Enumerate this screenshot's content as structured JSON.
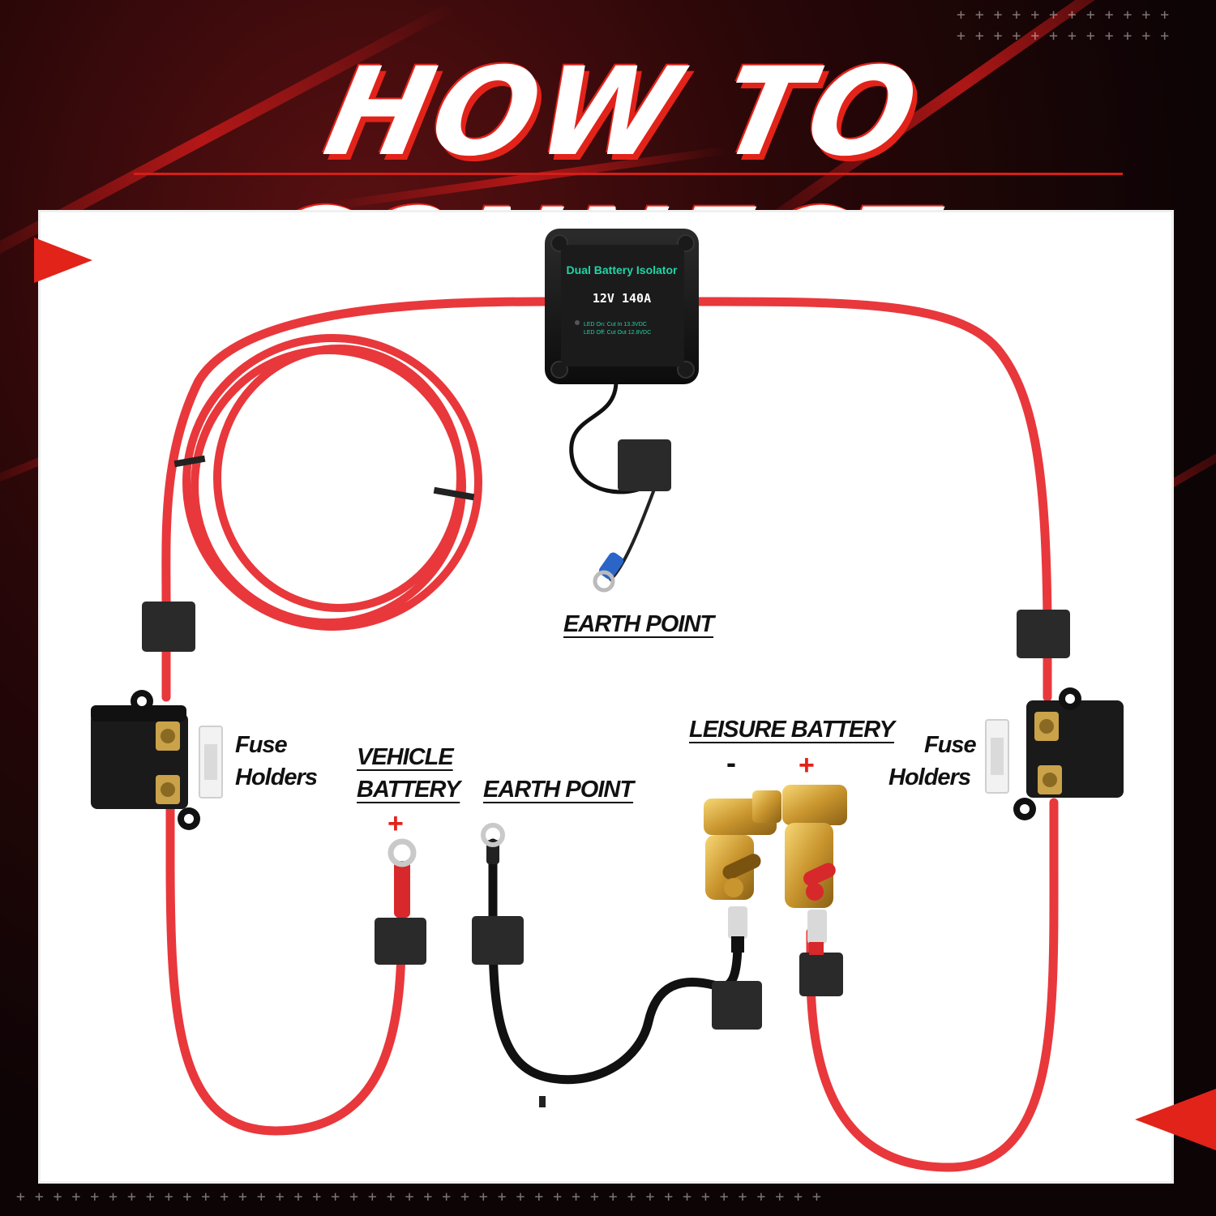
{
  "title": "HOW TO CONNECT",
  "isolator": {
    "name": "Dual Battery Isolator",
    "rating": "12V  140A",
    "led_on": "LED On: Cut In 13.3VDC",
    "led_off": "LED Off: Cut Out 12.8VDC"
  },
  "labels": {
    "earth_point_top": "EARTH POINT",
    "fuse_left_1": "Fuse",
    "fuse_left_2": "Holders",
    "vehicle_1": "VEHICLE",
    "vehicle_2": "BATTERY",
    "vehicle_plus": "+",
    "earth_point_mid": "EARTH POINT",
    "leisure": "LEISURE BATTERY",
    "leisure_minus": "-",
    "leisure_plus": "+",
    "fuse_right_1": "Fuse",
    "fuse_right_2": "Holders"
  },
  "colors": {
    "accent": "#e2231a",
    "wire_red": "#e8383c",
    "wire_black": "#111111",
    "isolator_text": "#1fd6a6"
  }
}
